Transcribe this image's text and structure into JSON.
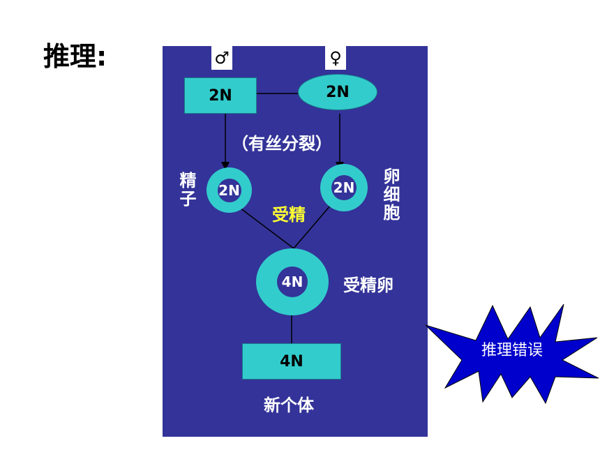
{
  "heading": "推理:",
  "symbols": {
    "male": "♂",
    "female": "♀"
  },
  "parents": {
    "male_box": "2N",
    "female_ellipse": "2N"
  },
  "process": {
    "mitosis": "（有丝分裂）",
    "fertilization": "受精"
  },
  "gametes": {
    "sperm_label": "精子",
    "sperm_value": "2N",
    "egg_label": "卵细胞",
    "egg_value": "2N"
  },
  "zygote": {
    "label": "受精卵",
    "value": "4N"
  },
  "offspring": {
    "value": "4N",
    "label": "新个体"
  },
  "callout": {
    "text": "推理错误"
  },
  "colors": {
    "panel": "#333399",
    "cyan": "#33CCCC",
    "fertilization_label": "#FFFF33",
    "burst": "#0000CC"
  }
}
